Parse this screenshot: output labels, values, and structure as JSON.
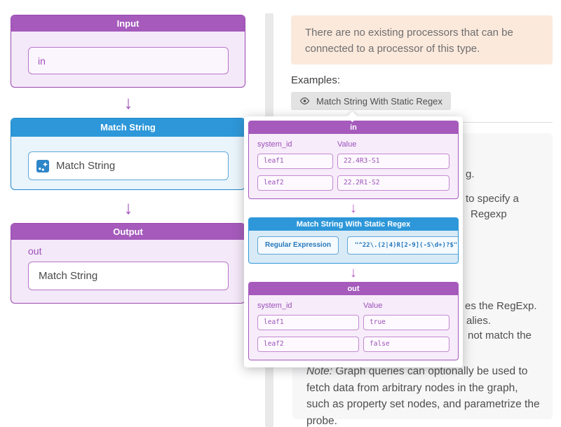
{
  "icons": {
    "arrow_down": "↓"
  },
  "colors": {
    "purple": "#a55abc",
    "blue": "#2d97d9",
    "notice_bg": "#fbe9dc",
    "panel_bg": "#f7f7f8",
    "accent_text_purple": "#a050bb",
    "accent_text_blue": "#2878bd"
  },
  "diagram": {
    "input_node": {
      "title": "Input",
      "field": "in"
    },
    "match_node": {
      "title": "Match String",
      "item": "Match String"
    },
    "output_node": {
      "title": "Output",
      "port_label": "out",
      "field": "Match String"
    }
  },
  "notice": {
    "text": "There are no existing processors that can be connected to a processor of this type."
  },
  "examples": {
    "label": "Examples:",
    "chip": "Match String With Static Regex"
  },
  "popup": {
    "in_table": {
      "title": "in",
      "col1": "system_id",
      "col2": "Value",
      "rows": [
        [
          "leaf1",
          "22.4R3-S1"
        ],
        [
          "leaf2",
          "22.2R1-S2"
        ]
      ]
    },
    "processor": {
      "title": "Match String With Static Regex",
      "prop_label": "Regular Expression",
      "prop_value": "\"^22\\.(2|4)R[2-9](-S\\d+)?$\""
    },
    "out_table": {
      "title": "out",
      "col1": "system_id",
      "col2": "Value",
      "rows": [
        [
          "leaf1",
          "true"
        ],
        [
          "leaf2",
          "false"
        ]
      ]
    }
  },
  "background_text": {
    "fragments": [
      "g.",
      "to specify a",
      "Regexp",
      "es the RegExp.",
      "alies.",
      "not match the"
    ],
    "note_label": "Note:",
    "note_body": " Graph queries can optionally be used to fetch data from arbitrary nodes in the graph, such as property set nodes, and parametrize the probe."
  }
}
